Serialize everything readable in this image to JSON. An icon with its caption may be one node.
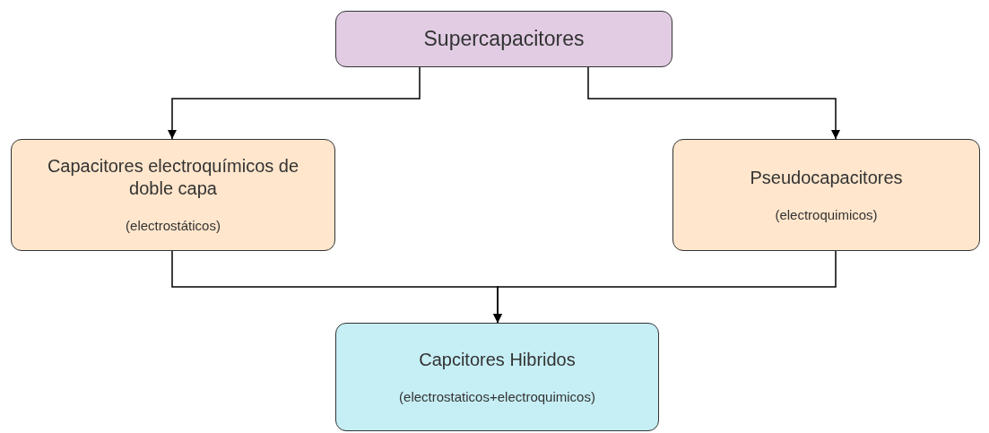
{
  "diagram": {
    "nodes": [
      {
        "text": [
          "Supercapacitores"
        ]
      },
      {
        "text": [
          "Capacitores electroquímicos de doble capa",
          "(electrostáticos)"
        ]
      },
      {
        "text": [
          "Pseudocapacitores",
          "(electroquimicos)"
        ]
      },
      {
        "text": [
          "Capcitores Hibridos",
          "(electrostaticos+electroquimicos)"
        ]
      }
    ],
    "edges": [
      {
        "from": 0,
        "to": 1,
        "arrow": "to"
      },
      {
        "from": 0,
        "to": 2,
        "arrow": "to"
      },
      {
        "from": 1,
        "to": 3,
        "arrow": "to"
      },
      {
        "from": 2,
        "to": 3,
        "arrow": "to"
      }
    ]
  }
}
